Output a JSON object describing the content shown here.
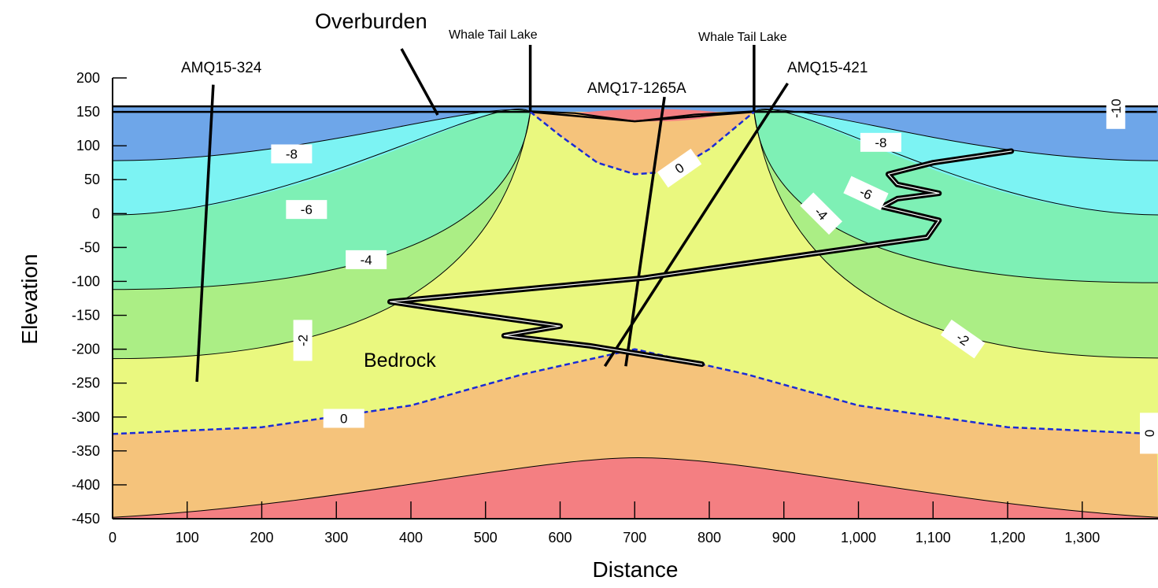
{
  "chart_data": {
    "type": "contour",
    "title": "",
    "xlabel": "Distance",
    "ylabel": "Elevation",
    "xlim": [
      0,
      1400
    ],
    "ylim": [
      -450,
      200
    ],
    "x_ticks": [
      0,
      100,
      200,
      300,
      400,
      500,
      600,
      700,
      800,
      900,
      1000,
      1100,
      1200,
      1300
    ],
    "x_tick_labels": [
      "0",
      "100",
      "200",
      "300",
      "400",
      "500",
      "600",
      "700",
      "800",
      "900",
      "1,000",
      "1,100",
      "1,200",
      "1,300"
    ],
    "y_ticks": [
      200,
      150,
      100,
      50,
      0,
      -50,
      -100,
      -150,
      -200,
      -250,
      -300,
      -350,
      -400,
      -450
    ],
    "y_tick_labels": [
      "200",
      "150",
      "100",
      "50",
      "0",
      "-50",
      "-100",
      "-150",
      "-200",
      "-250",
      "-300",
      "-350",
      "-400",
      "-450"
    ],
    "ground_surface_elevation": 158,
    "lake_bottom_elevation": 138,
    "overburden_base_elevation": 150,
    "contour_labels": [
      "-10",
      "-8",
      "-8",
      "-6",
      "-6",
      "-4",
      "-4",
      "-2",
      "-2",
      "0",
      "0",
      "0"
    ],
    "zero_contours": {
      "lake": [
        [
          560,
          150
        ],
        [
          600,
          115
        ],
        [
          650,
          75
        ],
        [
          700,
          58
        ],
        [
          750,
          62
        ],
        [
          800,
          95
        ],
        [
          860,
          150
        ]
      ],
      "deep": [
        [
          0,
          -325
        ],
        [
          200,
          -315
        ],
        [
          400,
          -283
        ],
        [
          550,
          -237
        ],
        [
          700,
          -200
        ],
        [
          850,
          -237
        ],
        [
          1000,
          -283
        ],
        [
          1200,
          -315
        ],
        [
          1400,
          -325
        ]
      ]
    },
    "color_bands": [
      {
        "range": ">= -10",
        "color": "#6ea6e9"
      },
      {
        "range": "-10 to -8",
        "color": "#6ea6e9"
      },
      {
        "range": "-8 to -6",
        "color": "#7cf3f3"
      },
      {
        "range": "-6 to -4",
        "color": "#7ef0b5"
      },
      {
        "range": "-4 to -2",
        "color": "#abee85"
      },
      {
        "range": "-2 to 0",
        "color": "#eaf87f"
      },
      {
        "range": "0 to 2",
        "color": "#f5c37b"
      },
      {
        "range": "> 2",
        "color": "#f47f82"
      }
    ],
    "boreholes": [
      {
        "name": "AMQ15-324",
        "points": [
          [
            135,
            190
          ],
          [
            113,
            -248
          ]
        ]
      },
      {
        "name": "AMQ17-1265A",
        "points": [
          [
            740,
            172
          ],
          [
            688,
            -225
          ]
        ]
      },
      {
        "name": "AMQ15-421",
        "points": [
          [
            905,
            192
          ],
          [
            660,
            -225
          ]
        ]
      }
    ],
    "cross_hole": [
      [
        1205,
        92
      ],
      [
        1100,
        75
      ],
      [
        1040,
        58
      ],
      [
        1052,
        43
      ],
      [
        1108,
        30
      ],
      [
        1052,
        22
      ],
      [
        1032,
        10
      ],
      [
        1108,
        -10
      ],
      [
        1092,
        -35
      ],
      [
        712,
        -95
      ],
      [
        372,
        -130
      ],
      [
        420,
        -138
      ],
      [
        600,
        -166
      ],
      [
        525,
        -180
      ],
      [
        640,
        -195
      ],
      [
        790,
        -222
      ]
    ],
    "annotations": [
      "Overburden",
      "Whale Tail Lake",
      "Whale Tail Lake",
      "Bedrock"
    ],
    "lake_markers": [
      {
        "name": "Whale Tail Lake",
        "x": 560
      },
      {
        "name": "Whale Tail Lake",
        "x": 860
      }
    ]
  }
}
